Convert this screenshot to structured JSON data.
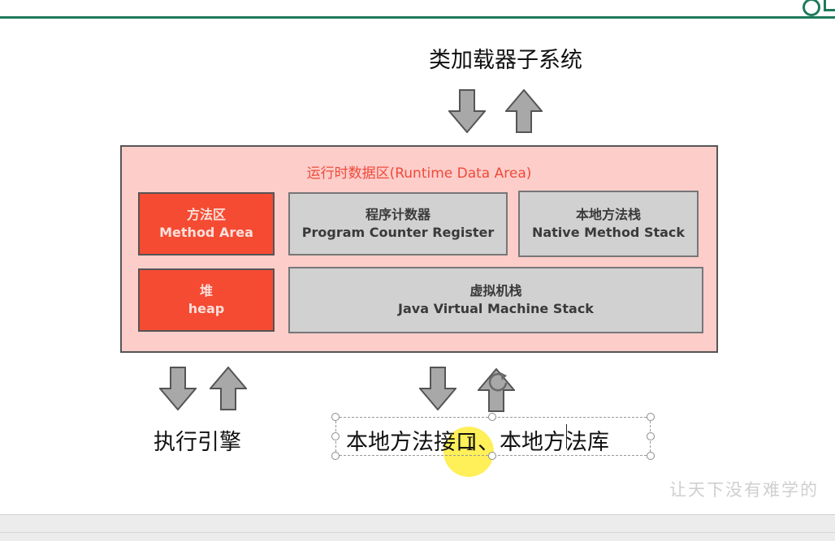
{
  "diagram": {
    "top_label": "类加载器子系统",
    "runtime_area": {
      "title": "运行时数据区(Runtime Data Area)",
      "method_area": {
        "cn": "方法区",
        "en": "Method Area"
      },
      "pc_register": {
        "cn": "程序计数器",
        "en": "Program Counter Register"
      },
      "native_stack": {
        "cn": "本地方法栈",
        "en": "Native Method Stack"
      },
      "heap": {
        "cn": "堆",
        "en": "heap"
      },
      "jvm_stack": {
        "cn": "虚拟机栈",
        "en": "Java Virtual Machine Stack"
      }
    },
    "bottom_left_label": "执行引擎",
    "bottom_right_label": "本地方法接口、本地方法库"
  },
  "overlay": {
    "watermark": "让天下没有难学的",
    "cursor_glyph": "I"
  },
  "colors": {
    "runtime_bg": "#fdcdca",
    "runtime_title": "#ef4a3a",
    "red_box": "#f54b32",
    "gray_box": "#d1d1d1",
    "arrow_fill": "#a8a8a8",
    "brand_green": "#1f7a5a"
  }
}
